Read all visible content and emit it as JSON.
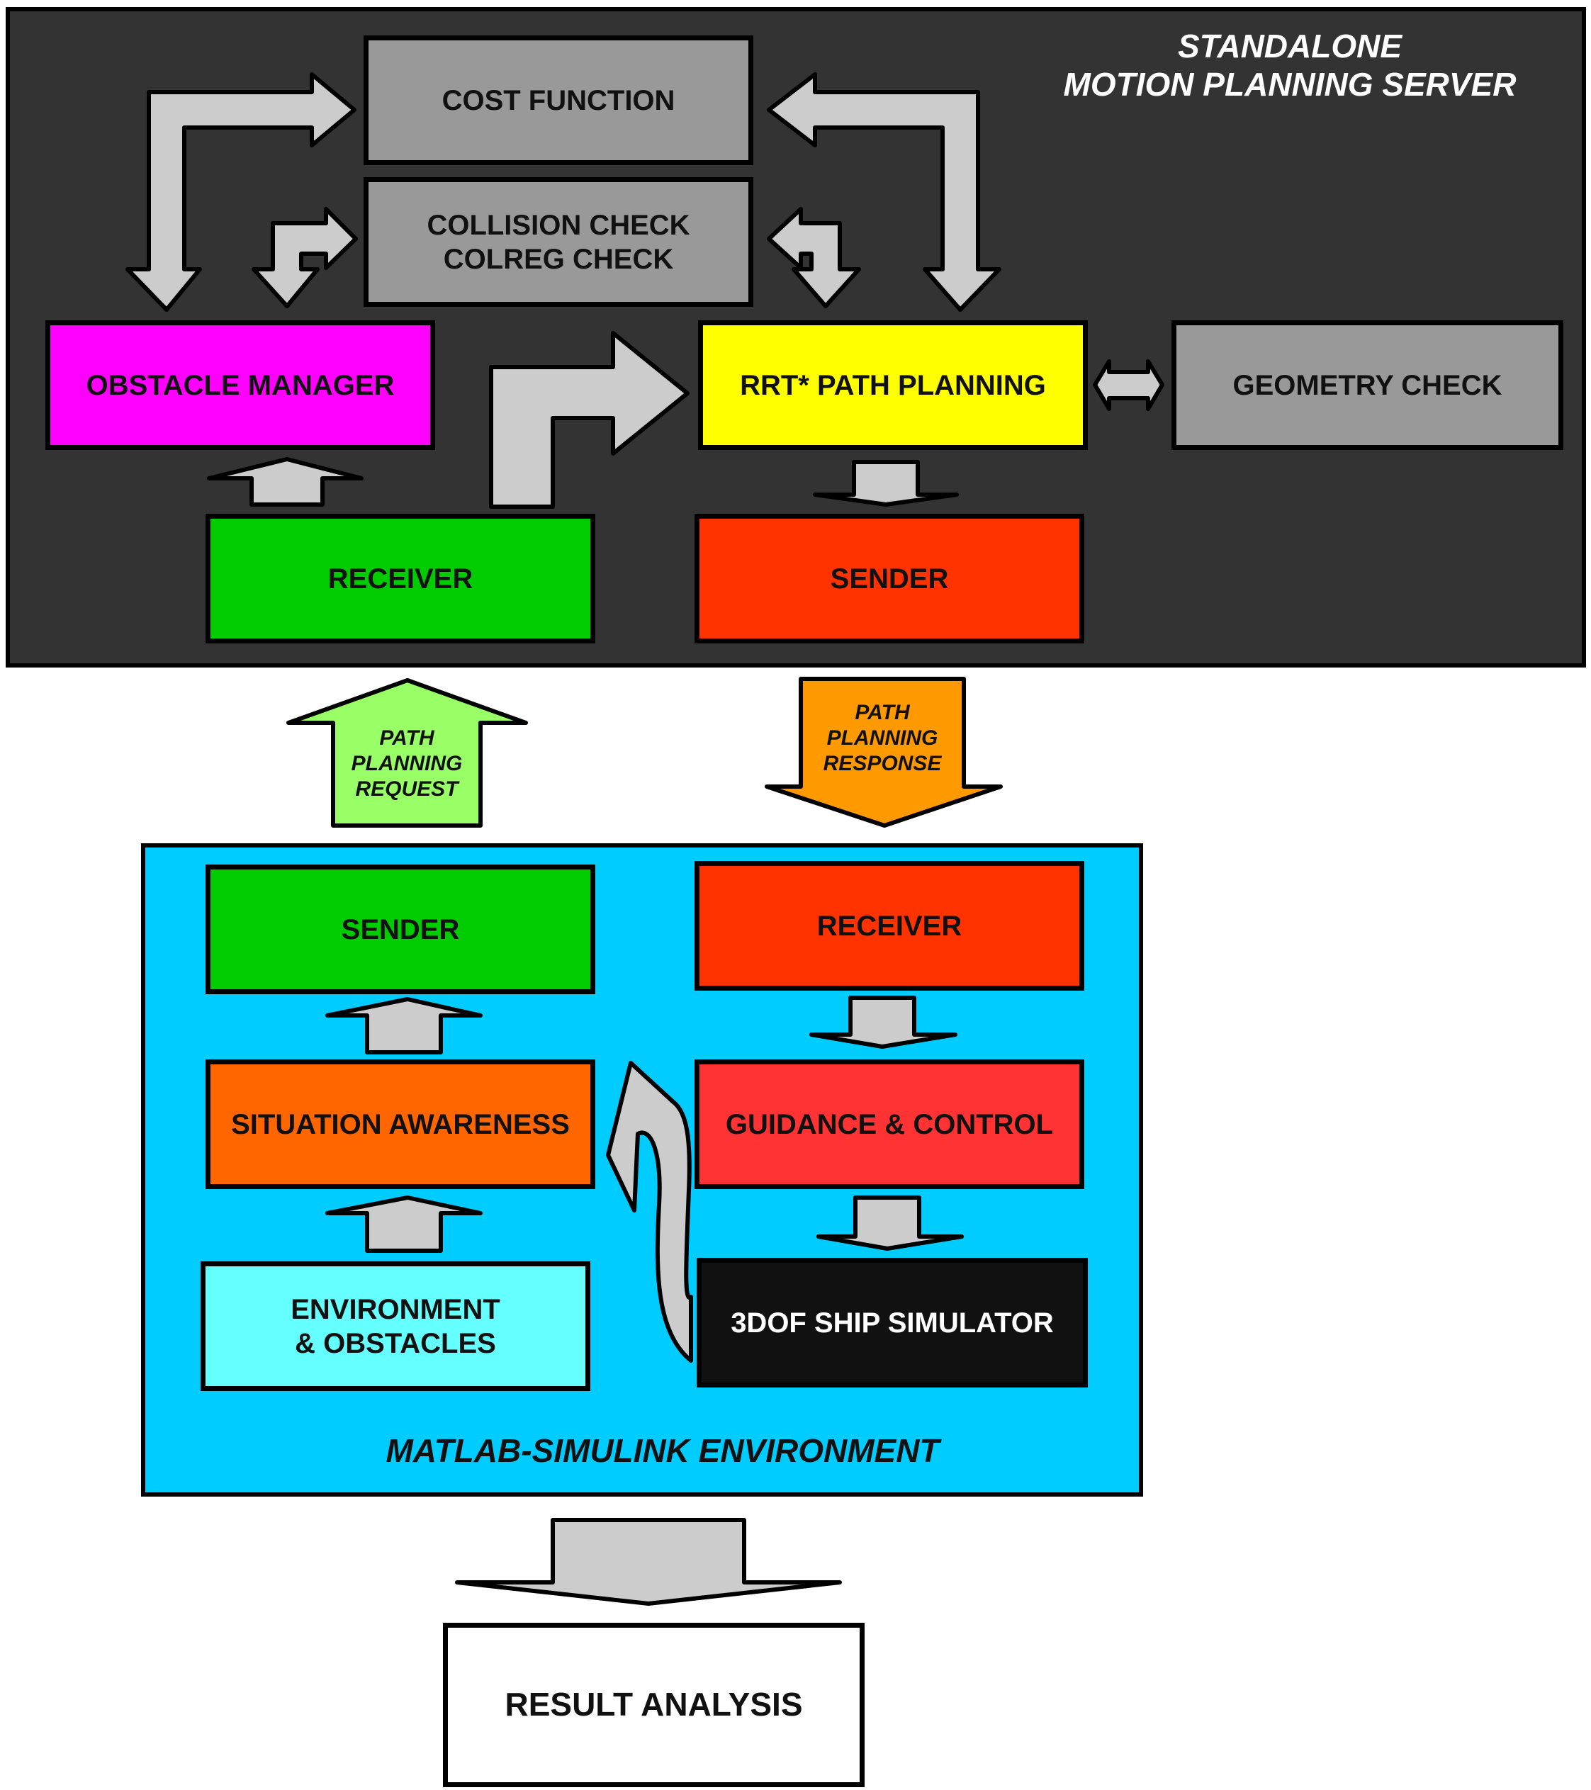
{
  "colors": {
    "server_bg": "#333333",
    "simulink_bg": "#00CCFF",
    "arrow_fill": "#CCCCCC",
    "request_arrow": "#99FF66",
    "response_arrow": "#FF9900",
    "gray_block": "#999999",
    "obstacle_manager": "#FF00FF",
    "rrt_path_planning": "#FFFF00",
    "receiver_green": "#00CC00",
    "sender_red": "#FF3300",
    "situation_awareness": "#FF6600",
    "guidance_control": "#FF3333",
    "environment": "#66FFFF",
    "ship_simulator": "#111111",
    "result_analysis": "#FFFFFF"
  },
  "server": {
    "title": "STANDALONE\nMOTION PLANNING SERVER",
    "cost_function": "COST FUNCTION",
    "collision_check": "COLLISION CHECK\nCOLREG CHECK",
    "obstacle_manager": "OBSTACLE MANAGER",
    "rrt_path_planning": "RRT* PATH PLANNING",
    "geometry_check": "GEOMETRY CHECK",
    "receiver": "RECEIVER",
    "sender": "SENDER"
  },
  "links": {
    "request": "PATH\nPLANNING\nREQUEST",
    "response": "PATH\nPLANNING\nRESPONSE"
  },
  "simulink": {
    "title": "MATLAB-SIMULINK ENVIRONMENT",
    "sender": "SENDER",
    "receiver": "RECEIVER",
    "situation_awareness": "SITUATION AWARENESS",
    "guidance_control": "GUIDANCE & CONTROL",
    "environment": "ENVIRONMENT\n& OBSTACLES",
    "ship_simulator": "3DOF SHIP SIMULATOR"
  },
  "result_analysis": "RESULT ANALYSIS"
}
